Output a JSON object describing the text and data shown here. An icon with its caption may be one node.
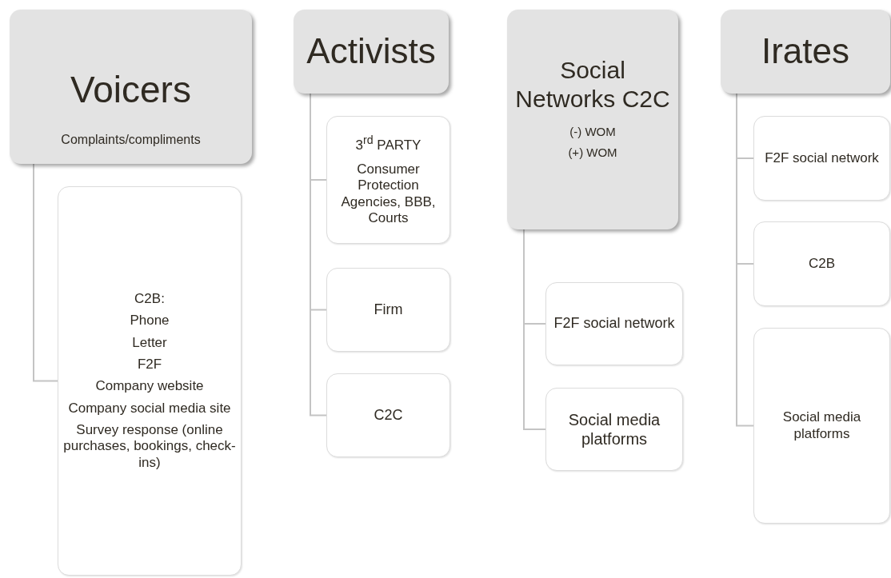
{
  "diagram": {
    "nodes": [
      {
        "text": [
          "Voicers",
          "Complaints/compliments"
        ]
      },
      {
        "text": [
          "C2B:",
          "Phone",
          "Letter",
          "F2F",
          "Company website",
          "Company social media site",
          "Survey response (online purchases, bookings, check-ins)"
        ]
      },
      {
        "text": [
          "Activists"
        ]
      },
      {
        "text": [
          "3$^{rd}$ PARTY",
          "Consumer Protection Agencies, BBB, Courts"
        ]
      },
      {
        "text": [
          "Firm"
        ]
      },
      {
        "text": [
          "C2C"
        ]
      },
      {
        "text": [
          "Social Networks C2C",
          "(-) WOM",
          "(+) WOM"
        ]
      },
      {
        "text": [
          "F2F social network"
        ]
      },
      {
        "text": [
          "Social media platforms"
        ]
      },
      {
        "text": [
          "Irates"
        ]
      },
      {
        "text": [
          "F2F social network"
        ]
      },
      {
        "text": [
          "C2B"
        ]
      },
      {
        "text": [
          "Social media platforms"
        ]
      }
    ],
    "edges": [
      {
        "from": 0,
        "to": 1,
        "arrow": "none"
      },
      {
        "from": 2,
        "to": 3,
        "arrow": "none"
      },
      {
        "from": 2,
        "to": 4,
        "arrow": "none"
      },
      {
        "from": 2,
        "to": 5,
        "arrow": "none"
      },
      {
        "from": 6,
        "to": 7,
        "arrow": "none"
      },
      {
        "from": 6,
        "to": 8,
        "arrow": "none"
      },
      {
        "from": 9,
        "to": 10,
        "arrow": "none"
      },
      {
        "from": 9,
        "to": 11,
        "arrow": "none"
      },
      {
        "from": 9,
        "to": 12,
        "arrow": "none"
      }
    ]
  }
}
